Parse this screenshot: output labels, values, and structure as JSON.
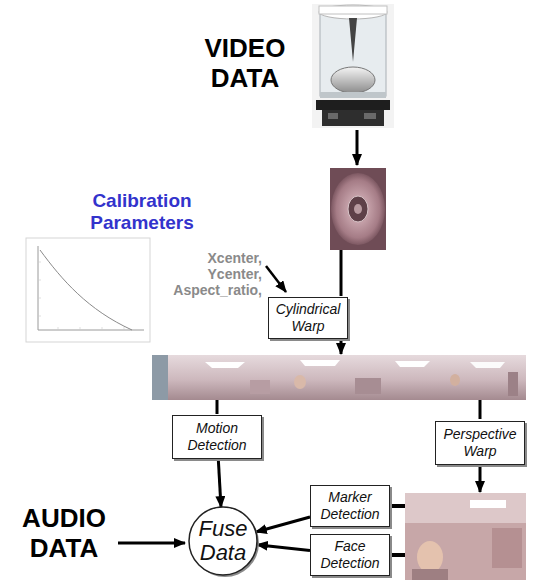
{
  "diagram": {
    "nodes": [
      {
        "text": [
          "Cylindrical Warp"
        ]
      },
      {
        "text": [
          "Motion Detection"
        ]
      },
      {
        "text": [
          "Perspective Warp"
        ]
      },
      {
        "text": [
          "Fuse Data"
        ]
      },
      {
        "text": [
          "Marker Detection"
        ]
      },
      {
        "text": [
          "Face Detection"
        ]
      }
    ],
    "edges": [
      {
        "from": 1,
        "to": 3,
        "arrow": "to"
      },
      {
        "from": 4,
        "to": 3,
        "arrow": "to"
      },
      {
        "from": 5,
        "to": 3,
        "arrow": "to"
      }
    ],
    "labels": [
      "VIDEO DATA",
      "Calibration Parameters",
      "Xcenter, Ycenter, Aspect_ratio,",
      "AUDIO DATA"
    ]
  }
}
